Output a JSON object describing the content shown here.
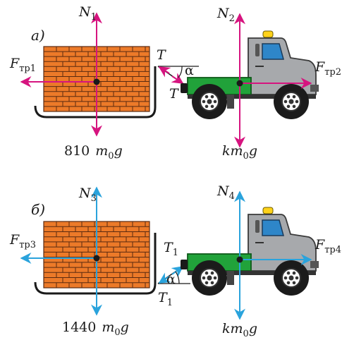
{
  "colors": {
    "arrow_top": "#d6147f",
    "arrow_bottom": "#2aa3dc",
    "brick": "#ec7a29",
    "brick_line": "#5a2a10",
    "truck_bed": "#21a23a",
    "truck_cab": "#a7a9ac",
    "window": "#2e86c9",
    "beacon": "#ffd21a",
    "tire": "#1b1b1b"
  },
  "scene_a": {
    "panel_label": "а)",
    "N1": {
      "base": "N",
      "sub": "1"
    },
    "N2": {
      "base": "N",
      "sub": "2"
    },
    "Ftr1": {
      "base": "F",
      "sub": "тр1"
    },
    "Ftr2": {
      "base": "F",
      "sub": "тр2"
    },
    "T_top": "T",
    "T_bottom": "T",
    "alpha": "α",
    "weight_left": {
      "coef": "810",
      "m": "m",
      "sub": "0",
      "g": "g"
    },
    "weight_right": {
      "coef": "k",
      "m": "m",
      "sub": "0",
      "g": "g"
    }
  },
  "scene_b": {
    "panel_label": "б)",
    "N3": {
      "base": "N",
      "sub": "3"
    },
    "N4": {
      "base": "N",
      "sub": "4"
    },
    "Ftr3": {
      "base": "F",
      "sub": "тр3"
    },
    "Ftr4": {
      "base": "F",
      "sub": "тр4"
    },
    "T1_top": {
      "base": "T",
      "sub": "1"
    },
    "T1_bottom": {
      "base": "T",
      "sub": "1"
    },
    "alpha": "α",
    "weight_left": {
      "coef": "1440",
      "m": "m",
      "sub": "0",
      "g": "g"
    },
    "weight_right": {
      "coef": "k",
      "m": "m",
      "sub": "0",
      "g": "g"
    }
  }
}
